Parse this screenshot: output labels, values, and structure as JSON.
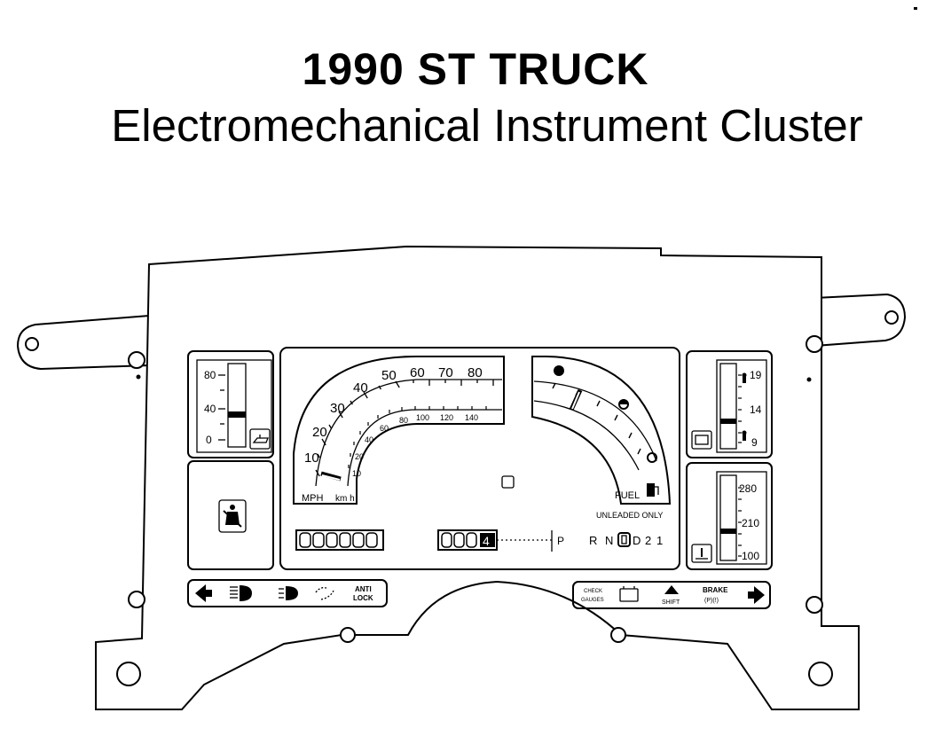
{
  "title": "1990 ST TRUCK",
  "subtitle": "Electromechanical Instrument Cluster",
  "oil_gauge": {
    "labels": [
      "80",
      "40",
      "0"
    ]
  },
  "speedometer": {
    "mph_labels": [
      "10",
      "20",
      "30",
      "40",
      "50",
      "60",
      "70",
      "80"
    ],
    "kmh_labels": [
      "10",
      "20",
      "40",
      "60",
      "80",
      "100",
      "120",
      "140"
    ],
    "unit_mph": "MPH",
    "unit_kmh": "km h"
  },
  "fuel_gauge": {
    "label": "FUEL",
    "note": "UNLEADED ONLY"
  },
  "volt_gauge": {
    "labels": [
      "19",
      "14",
      "9"
    ]
  },
  "temp_gauge": {
    "labels": [
      "280",
      "210",
      "100"
    ]
  },
  "odometer": {
    "trip_digit": "4"
  },
  "prndl": {
    "park": "P",
    "positions": [
      "R",
      "N",
      "D",
      "2",
      "1"
    ]
  },
  "warnings": {
    "antilock": [
      "ANTI",
      "LOCK"
    ],
    "check_gauges": [
      "CHECK",
      "GAUGES"
    ],
    "shift": "SHIFT",
    "brake": [
      "BRAKE",
      "(P)(!)"
    ]
  }
}
